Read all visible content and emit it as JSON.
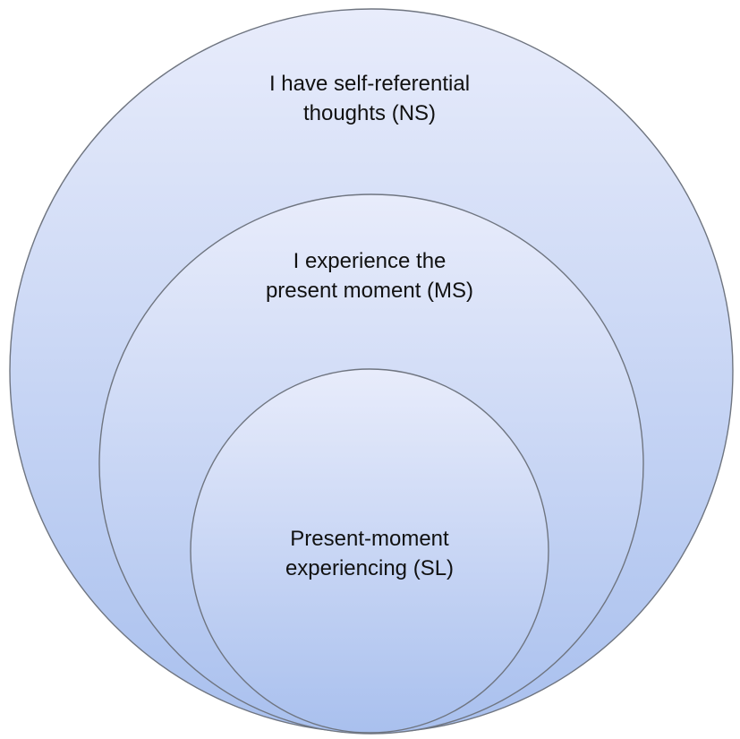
{
  "diagram": {
    "type": "nested-circles",
    "colors": {
      "fill_top": "#e8ecfb",
      "fill_bottom": "#a9c0ee",
      "stroke": "#6f7580",
      "text": "#111111"
    },
    "circles": [
      {
        "id": "outer",
        "lines": [
          "I have self-referential",
          "thoughts (NS)"
        ]
      },
      {
        "id": "middle",
        "lines": [
          "I experience the",
          "present moment (MS)"
        ]
      },
      {
        "id": "inner",
        "lines": [
          "Present-moment",
          "experiencing (SL)"
        ]
      }
    ]
  }
}
